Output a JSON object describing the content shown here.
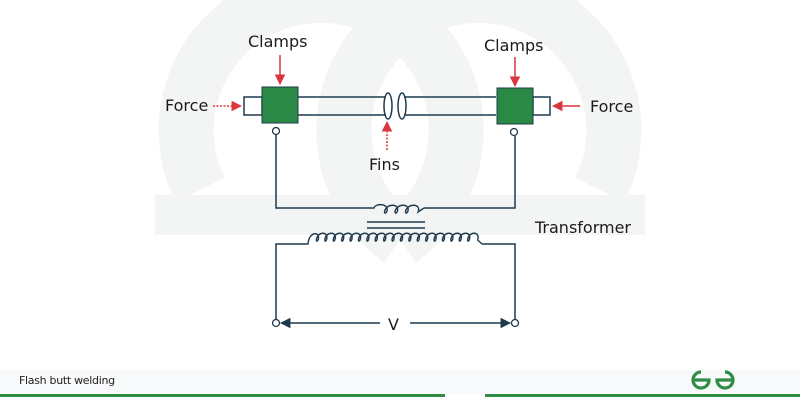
{
  "diagram": {
    "title": "Flash butt welding",
    "labels": {
      "clamps_left": "Clamps",
      "clamps_right": "Clamps",
      "force_left": "Force",
      "force_right": "Force",
      "fins": "Fins",
      "transformer": "Transformer",
      "voltage": "V"
    },
    "components": [
      "left-clamp",
      "right-clamp",
      "left-workpiece",
      "right-workpiece",
      "fins",
      "transformer-secondary-coil",
      "transformer-core",
      "transformer-primary-coil",
      "voltage-terminal-left",
      "voltage-terminal-right"
    ],
    "transformer": {
      "secondary_turns": 4,
      "primary_turns": 20
    }
  },
  "colors": {
    "clamp_fill": "#2a8a45",
    "wire": "#1f3a4d",
    "arrow_red": "#d9363e",
    "brand_green": "#2f8d46",
    "watermark": "#f4f6f5"
  },
  "footer": {
    "caption": "Flash butt welding",
    "logo": "GfG-logo"
  }
}
